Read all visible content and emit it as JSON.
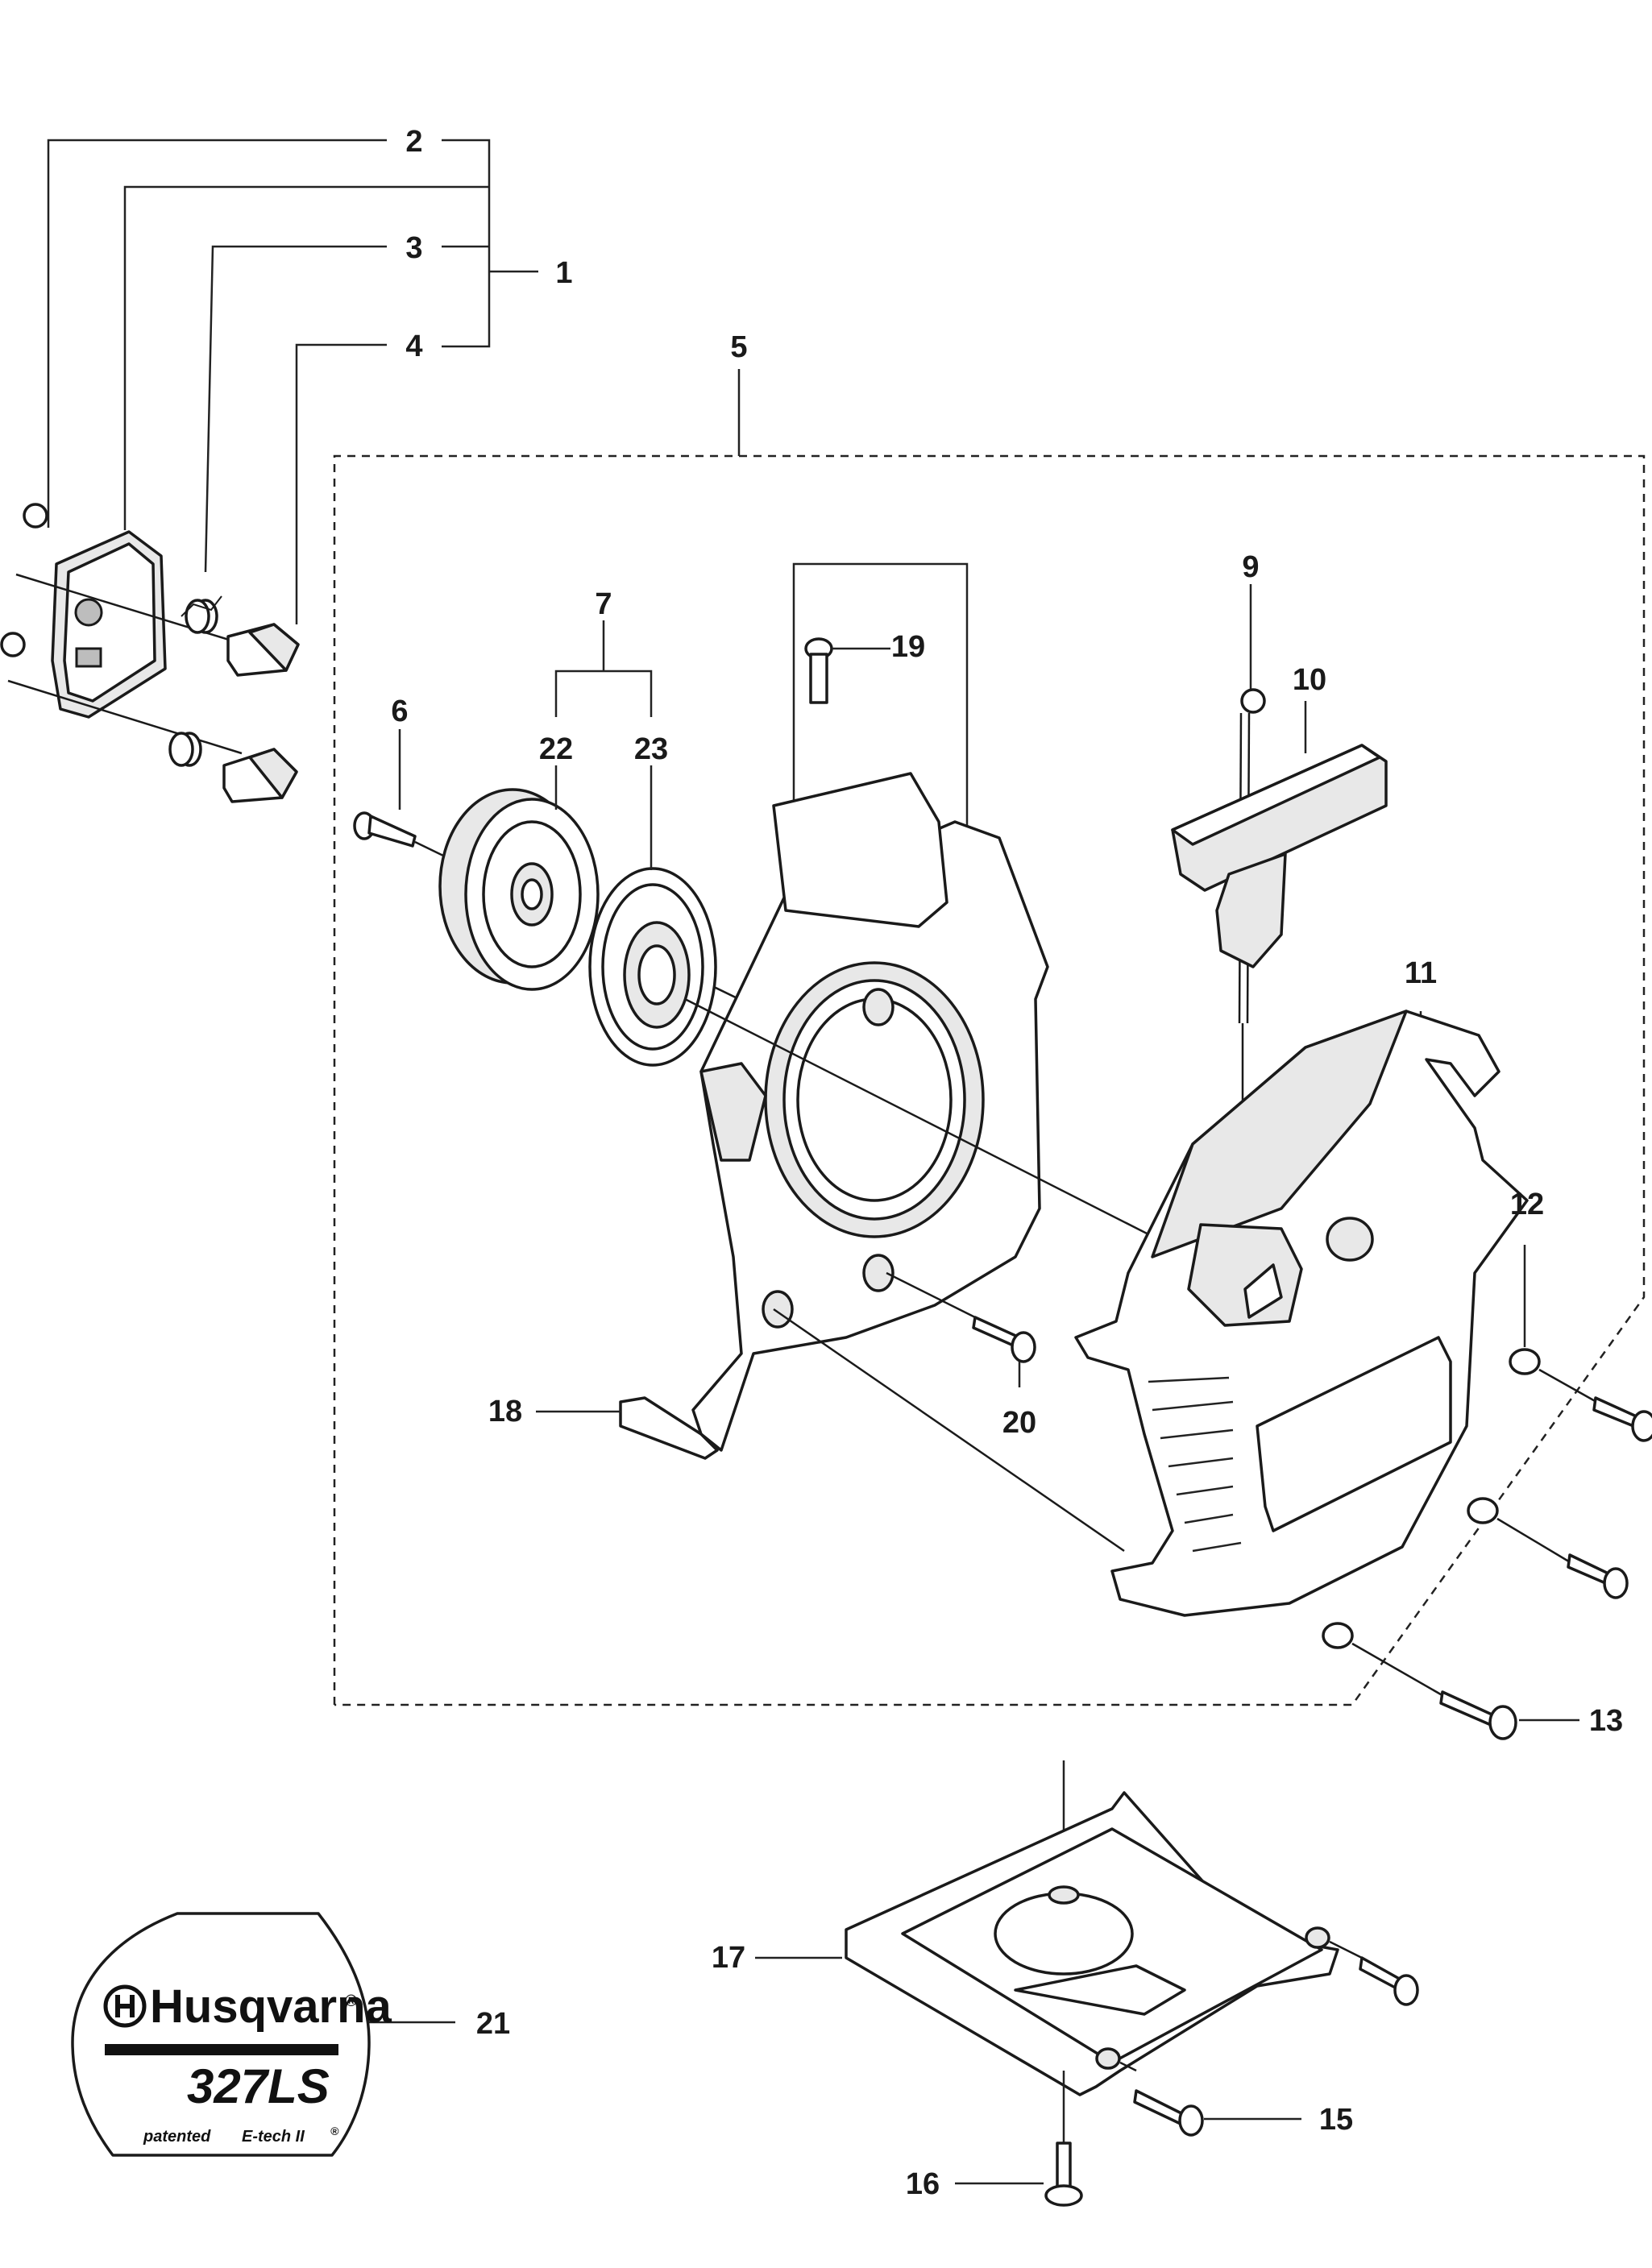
{
  "callouts": {
    "c1": "1",
    "c2": "2",
    "c3": "3",
    "c4": "4",
    "c5": "5",
    "c6": "6",
    "c7": "7",
    "c9": "9",
    "c10": "10",
    "c11": "11",
    "c12": "12",
    "c13": "13",
    "c15": "15",
    "c16": "16",
    "c17": "17",
    "c18": "18",
    "c19": "19",
    "c20": "20",
    "c21": "21",
    "c22": "22",
    "c23": "23"
  },
  "decal": {
    "brand": "Husqvarna",
    "registered": "®",
    "model": "327LS",
    "patented": "patented",
    "etech": "E-tech II",
    "etech_reg": "®"
  }
}
